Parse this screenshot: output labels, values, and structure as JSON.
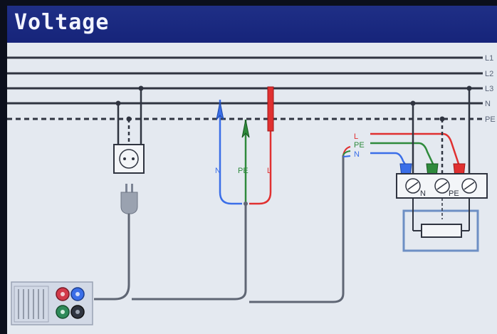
{
  "window": {
    "title": "Voltage"
  },
  "mains_lines": [
    "L1",
    "L2",
    "L3",
    "N",
    "PE"
  ],
  "probe_labels": {
    "n": "N",
    "pe": "PE",
    "l": "L"
  },
  "plug_labels": {
    "l": "L",
    "pe": "PE",
    "n": "N"
  },
  "terminal_labels": {
    "n": "N",
    "pe": "PE"
  },
  "colors": {
    "screen_bg": "#e4e9f0",
    "title_bar": "#1f2f86",
    "title_text": "#f2f4ff",
    "mains_line": "#2f3440",
    "neutral_probe": "#3a6ee8",
    "pe_probe": "#2e8a3c",
    "live_probe": "#e03030",
    "cable_gray": "#5f6674"
  }
}
